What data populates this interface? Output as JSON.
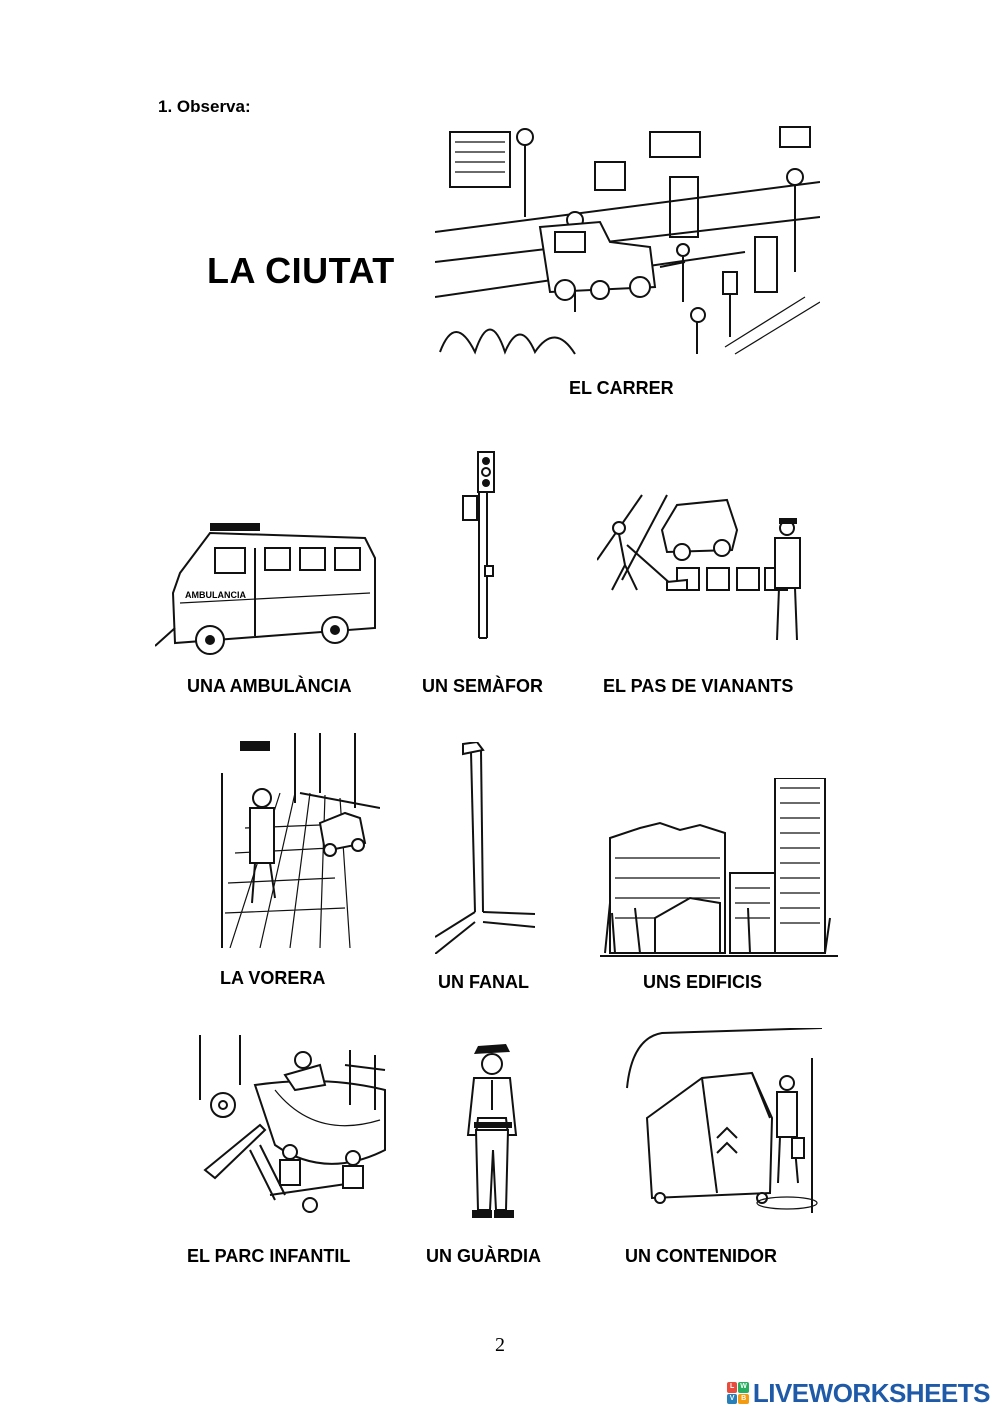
{
  "exercise": {
    "number": "1.",
    "instruction": "Observa:"
  },
  "title": "LA CIUTAT",
  "items": [
    {
      "label": "EL CARRER",
      "icon": "street-scene-icon"
    },
    {
      "label": "UNA AMBULÀNCIA",
      "icon": "ambulance-icon"
    },
    {
      "label": "UN SEMÀFOR",
      "icon": "traffic-light-icon"
    },
    {
      "label": "EL PAS DE VIANANTS",
      "icon": "crosswalk-icon"
    },
    {
      "label": "LA VORERA",
      "icon": "sidewalk-icon"
    },
    {
      "label": "UN FANAL",
      "icon": "streetlamp-icon"
    },
    {
      "label": "UNS EDIFICIS",
      "icon": "buildings-icon"
    },
    {
      "label": "EL PARC INFANTIL",
      "icon": "playground-icon"
    },
    {
      "label": "UN GUÀRDIA",
      "icon": "police-officer-icon"
    },
    {
      "label": "UN CONTENIDOR",
      "icon": "container-icon"
    }
  ],
  "page_number": "2",
  "footer": {
    "brand": "LIVEWORKSHEETS",
    "logo_letters": [
      "L",
      "W",
      "V",
      "B"
    ],
    "brand_color": "#1e5aa8"
  }
}
